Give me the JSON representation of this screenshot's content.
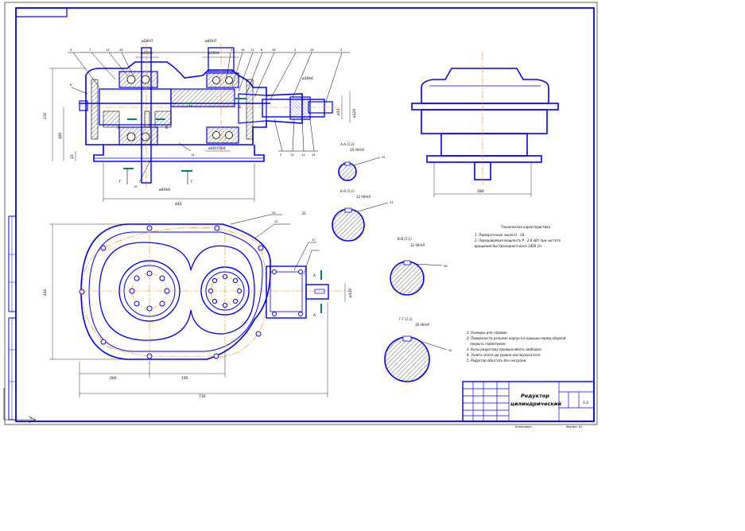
{
  "sheet": {
    "colors": {
      "outline": "#0000ff",
      "line": "#000000",
      "center": "#ff8c00",
      "hatch": "#000000",
      "section_marker": "#008080",
      "background": "#ffffff"
    }
  },
  "leaders": {
    "top": [
      "9",
      "7",
      "13",
      "28",
      "17",
      "16",
      "12",
      "6",
      "26",
      "4",
      "18",
      "3"
    ],
    "left": [
      "8"
    ],
    "bottom": [
      "5",
      "15",
      "11",
      "24"
    ],
    "left_side": [
      "19",
      "14"
    ],
    "plan_right": [
      "19",
      "22",
      "21",
      "27"
    ]
  },
  "dims": {
    "top1": "ø40k6",
    "top2": "ø28H7",
    "top3": "ø30k6",
    "top4": "ø40H7",
    "right_v": "ø33",
    "right_v2": "ø120",
    "left_h1": "230",
    "left_h2": "180",
    "left_h3": "15",
    "bottom_w": "440",
    "shaft_d": "ø40H7/k6",
    "side_w": "280",
    "plan_h": "410",
    "plan_w1": "260",
    "plan_w2": "195",
    "plan_total": "730",
    "plan_d": "ø120",
    "sec_aa_fit": "16 h9/n9",
    "sec_bb_fit": "12 h9/n9",
    "sec_vv_fit": "12 h9/n9",
    "sec_gg_fit": "18 h9/n9",
    "sec_aa_ref": "25",
    "sec_bb_ref": "23",
    "sec_vv_ref": "26",
    "sec_gg_ref": "20"
  },
  "labels": {
    "sec_A": "А",
    "sec_B": "Б",
    "sec_V": "В",
    "sec_G": "Г",
    "sec_aa": "А-А (1:1)",
    "sec_bb": "Б-Б (1:1)",
    "sec_vv": "В-В (1:1)",
    "sec_gg": "Г-Г (1:1)"
  },
  "tech_req": {
    "title": "Техническая характеристика",
    "lines": [
      "1. Передаточное число U - 18.",
      "2. Передаваемая мощность P - 2,6 кВт при частоте",
      "вращения быстроходного вала 1400 1/с"
    ]
  },
  "notes": {
    "lines": [
      "1. Размеры для справок.",
      "2. Поверхности разъема корпуса и крышки перед сборкой",
      "покрыть герметиком.",
      "3. Валы редуктора проворачивать свободно.",
      "4. Залить масло до уровня маслоуказателя.",
      "5. Редуктор обкатать без нагрузки."
    ]
  },
  "title_block": {
    "name_line1": "Редуктор",
    "name_line2": "цилиндрический",
    "sheet_no": "1:2",
    "copied": "Копировал",
    "format": "Формат A1"
  }
}
